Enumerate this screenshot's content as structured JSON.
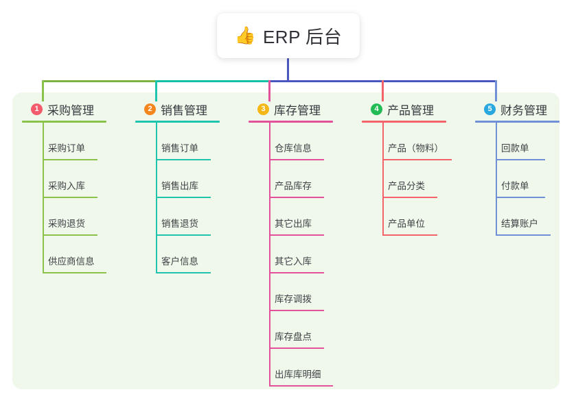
{
  "root": {
    "icon": "thumbs-up-icon",
    "icon_glyph": "👍",
    "title": "ERP 后台"
  },
  "palette": {
    "panel_background": "#eff8ea",
    "page_background": "#ffffff",
    "title_text": "#2f3136",
    "leaf_text": "#404348",
    "trunk": "#4a56c0"
  },
  "connectors": {
    "trunk_color": "#4a56c0",
    "bar_segments": [
      {
        "name": "bar-green",
        "color": "#7cb342"
      },
      {
        "name": "bar-teal",
        "color": "#13bfa6"
      },
      {
        "name": "bar-indigo",
        "color": "#4a56c0"
      }
    ]
  },
  "columns": [
    {
      "number": "1",
      "title": "采购管理",
      "badge_color": "#f45b6c",
      "line_color": "#8bc34a",
      "rule_width": 123,
      "items": [
        {
          "label": "采购订单",
          "rule_width": 80
        },
        {
          "label": "采购入库",
          "rule_width": 80
        },
        {
          "label": "采购退货",
          "rule_width": 80
        },
        {
          "label": "供应商信息",
          "rule_width": 93
        }
      ]
    },
    {
      "number": "2",
      "title": "销售管理",
      "badge_color": "#f5861f",
      "line_color": "#1ec4ae",
      "rule_width": 123,
      "items": [
        {
          "label": "销售订单",
          "rule_width": 80
        },
        {
          "label": "销售出库",
          "rule_width": 80
        },
        {
          "label": "销售退货",
          "rule_width": 80
        },
        {
          "label": "客户信息",
          "rule_width": 80
        }
      ]
    },
    {
      "number": "3",
      "title": "库存管理",
      "badge_color": "#f5b716",
      "line_color": "#e2519a",
      "rule_width": 123,
      "items": [
        {
          "label": "仓库信息",
          "rule_width": 80
        },
        {
          "label": "产品库存",
          "rule_width": 80
        },
        {
          "label": "其它出库",
          "rule_width": 80
        },
        {
          "label": "其它入库",
          "rule_width": 80
        },
        {
          "label": "库存调拨",
          "rule_width": 80
        },
        {
          "label": "库存盘点",
          "rule_width": 80
        },
        {
          "label": "出库库明细",
          "rule_width": 93
        }
      ]
    },
    {
      "number": "4",
      "title": "产品管理",
      "badge_color": "#22bb55",
      "line_color": "#f4626a",
      "rule_width": 123,
      "items": [
        {
          "label": "产品（物料）",
          "rule_width": 101
        },
        {
          "label": "产品分类",
          "rule_width": 80
        },
        {
          "label": "产品单位",
          "rule_width": 80
        }
      ]
    },
    {
      "number": "5",
      "title": "财务管理",
      "badge_color": "#29a8e0",
      "line_color": "#6f8fd6",
      "rule_width": 123,
      "items": [
        {
          "label": "回款单",
          "rule_width": 72
        },
        {
          "label": "付款单",
          "rule_width": 72
        },
        {
          "label": "结算账户",
          "rule_width": 80
        }
      ]
    }
  ]
}
